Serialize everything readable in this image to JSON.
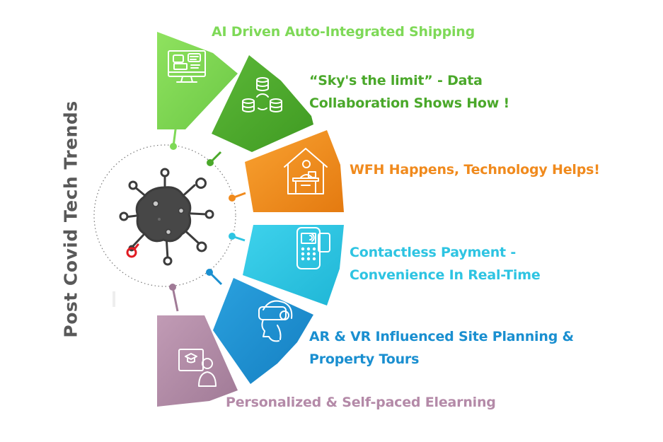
{
  "title": "Post Covid Tech Trends",
  "trends": [
    {
      "lines": [
        "AI Driven Auto-Integrated Shipping"
      ],
      "color": "#7ed957",
      "icon": "computer-chat-icon"
    },
    {
      "lines": [
        "“Sky's the limit” - Data",
        "Collaboration Shows How !"
      ],
      "color": "#4aa82a",
      "icon": "database-sync-icon"
    },
    {
      "lines": [
        "WFH Happens, Technology Helps!"
      ],
      "color": "#f08a1d",
      "icon": "home-office-icon"
    },
    {
      "lines": [
        "Contactless Payment -",
        "Convenience In Real-Time"
      ],
      "color": "#2ec4e2",
      "icon": "contactless-pos-icon"
    },
    {
      "lines": [
        "AR & VR Influenced Site Planning &",
        "Property Tours"
      ],
      "color": "#1a8fd0",
      "icon": "vr-headset-icon"
    },
    {
      "lines": [
        "Personalized & Self-paced Elearning"
      ],
      "color": "#b48aa8",
      "icon": "elearning-icon"
    }
  ],
  "center_icon": "virus-icon",
  "logo_icon": "brand-logo-icon"
}
